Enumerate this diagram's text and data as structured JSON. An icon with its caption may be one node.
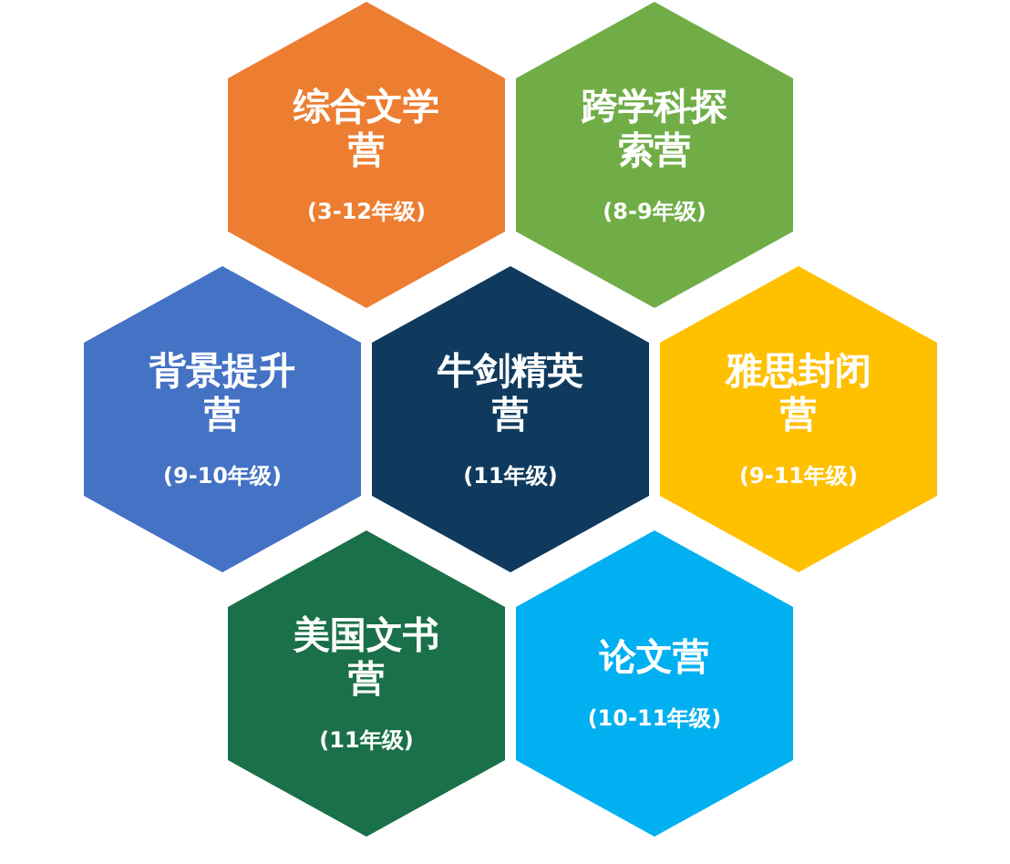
{
  "diagram": {
    "nodes": [
      {
        "text": [
          "综合文学营",
          "(3-12年级)"
        ]
      },
      {
        "text": [
          "跨学科探索营",
          "(8-9年级)"
        ]
      },
      {
        "text": [
          "背景提升营",
          "(9-10年级)"
        ]
      },
      {
        "text": [
          "牛剑精英营",
          "(11年级)"
        ]
      },
      {
        "text": [
          "雅思封闭营",
          "(9-11年级)"
        ]
      },
      {
        "text": [
          "美国文书营",
          "(11年级)"
        ]
      },
      {
        "text": [
          "论文营",
          "(10-11年级)"
        ]
      }
    ]
  }
}
